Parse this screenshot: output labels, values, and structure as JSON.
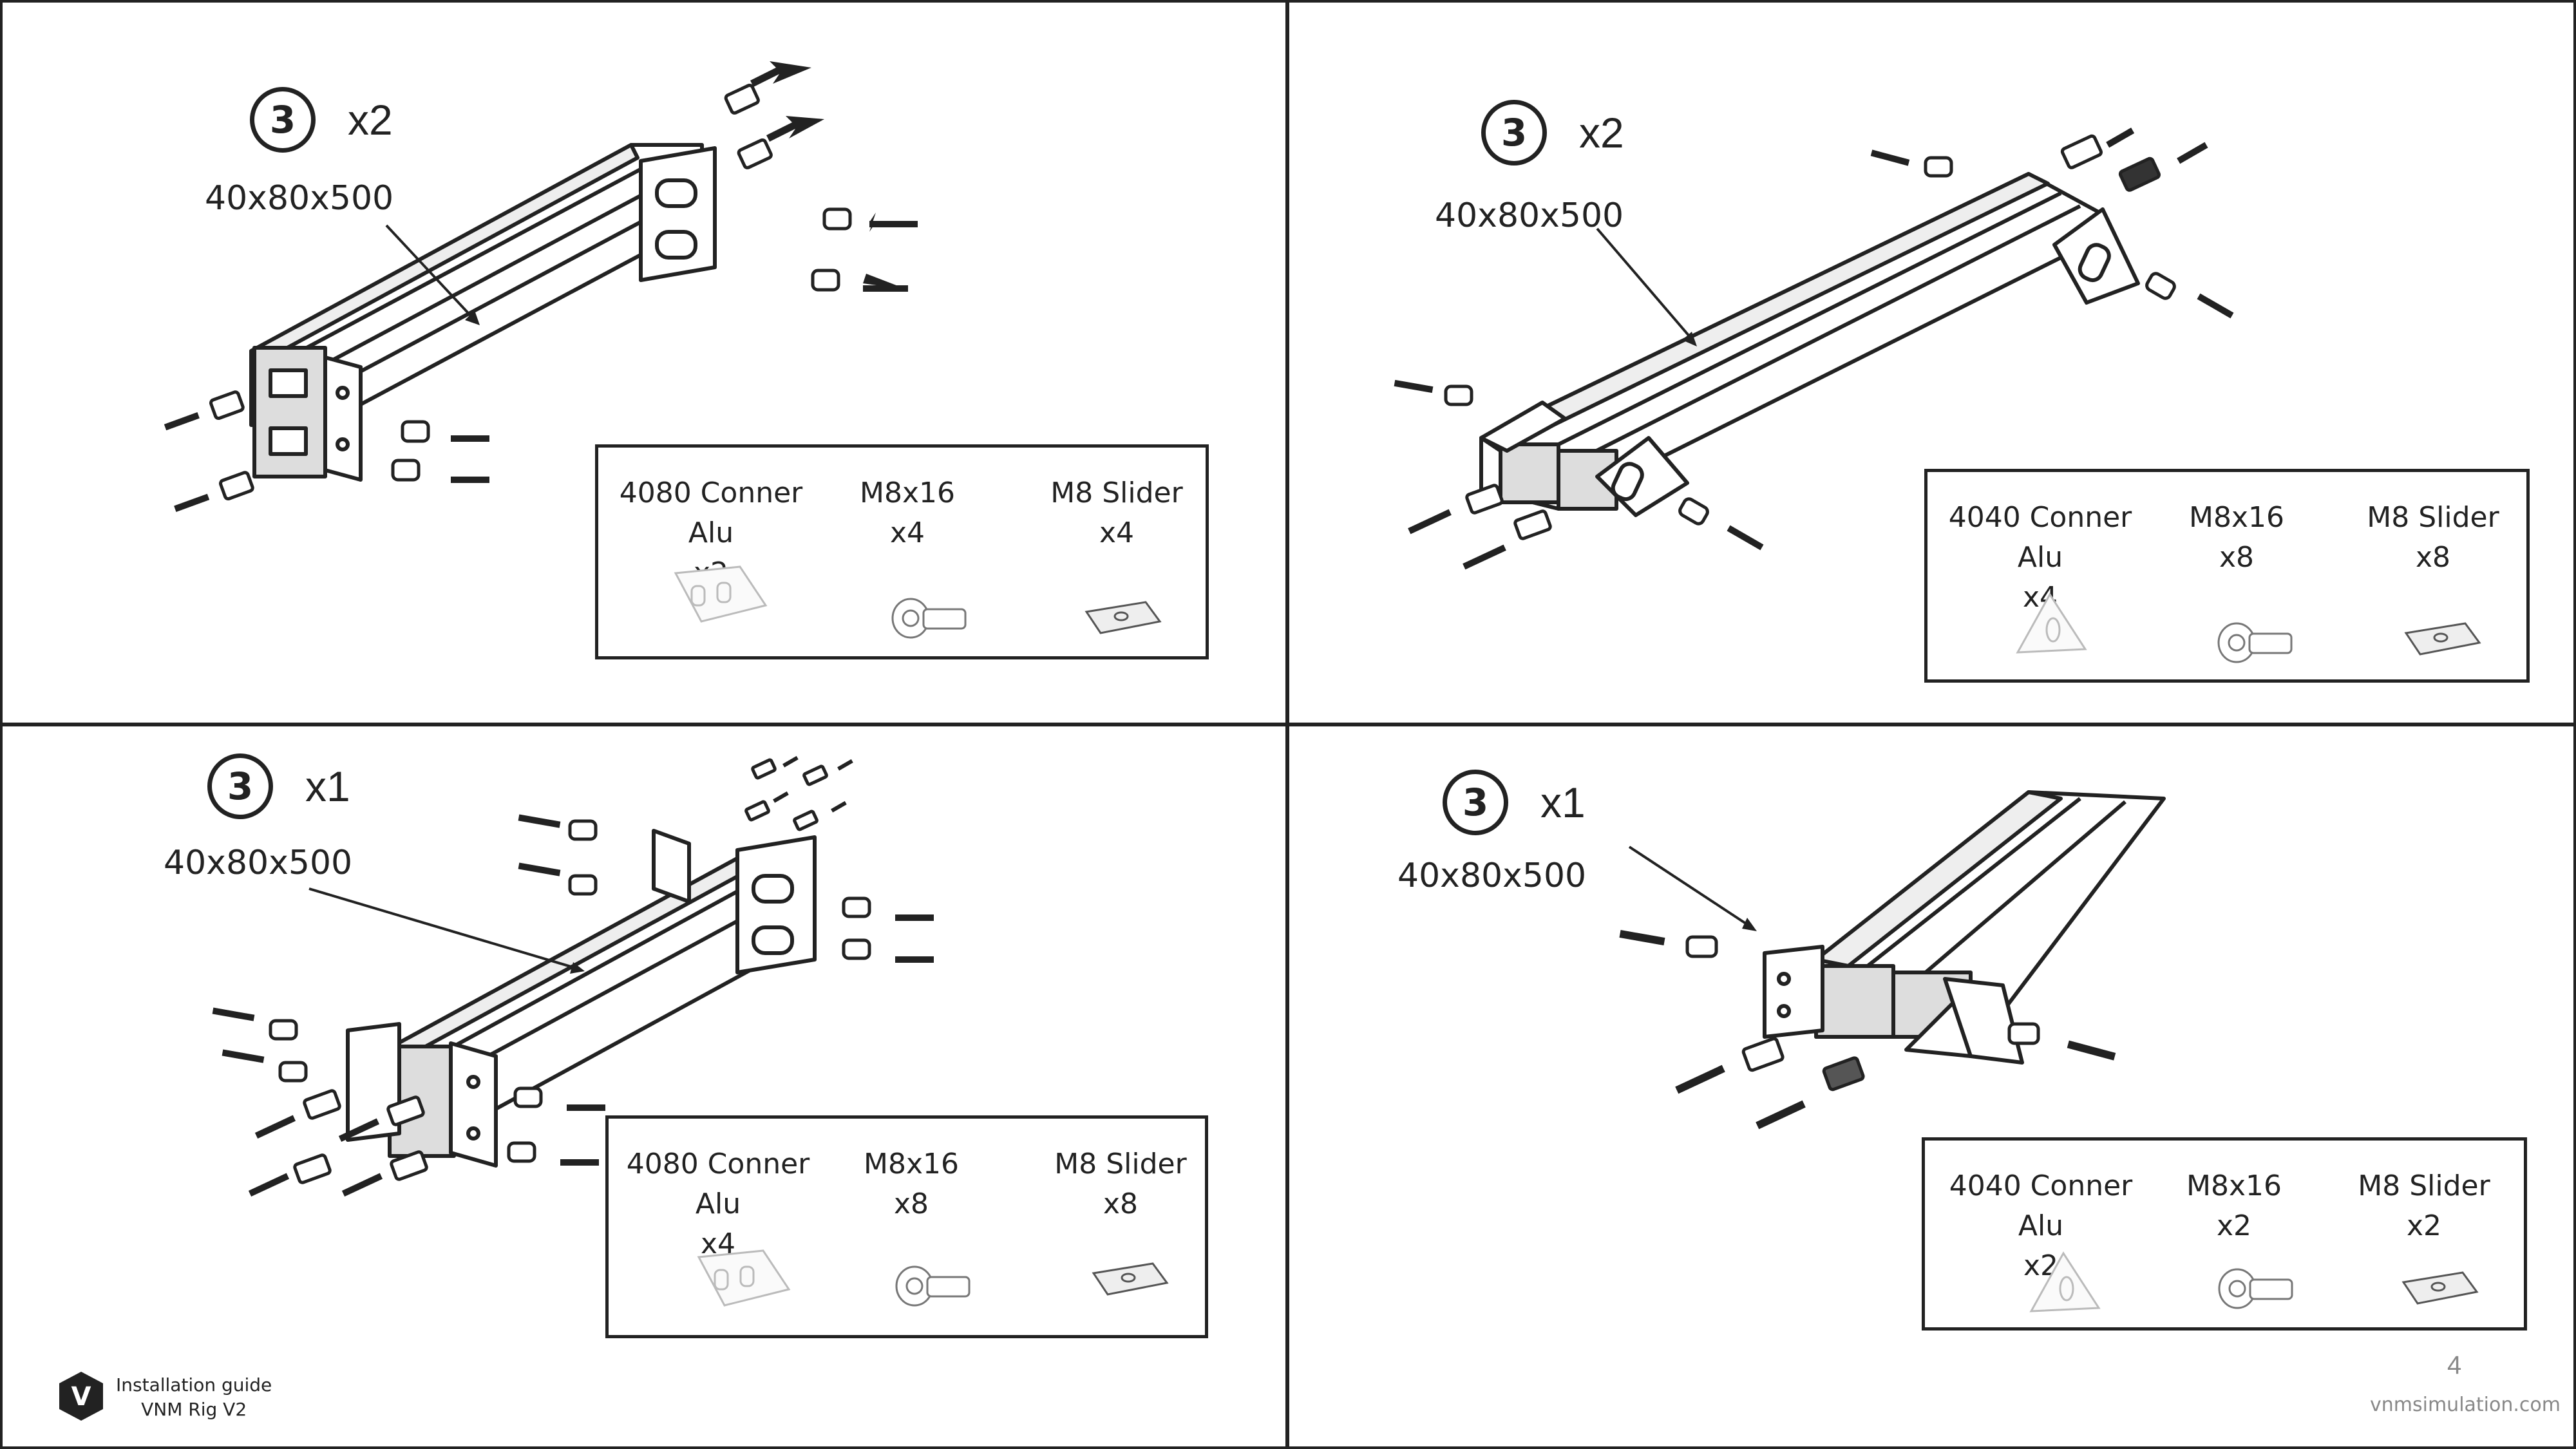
{
  "panels": [
    {
      "step": "3",
      "multiplier": "x2",
      "dimension": "40x80x500",
      "parts": [
        {
          "name": "4080 Conner Alu",
          "qty": "x2",
          "icon": "corner-bracket-4080-icon"
        },
        {
          "name": "M8x16",
          "qty": "x4",
          "icon": "bolt-icon"
        },
        {
          "name": "M8 Slider",
          "qty": "x4",
          "icon": "slider-nut-icon"
        }
      ]
    },
    {
      "step": "3",
      "multiplier": "x2",
      "dimension": "40x80x500",
      "parts": [
        {
          "name": "4040 Conner Alu",
          "qty": "x4",
          "icon": "corner-bracket-4040-icon"
        },
        {
          "name": "M8x16",
          "qty": "x8",
          "icon": "bolt-icon"
        },
        {
          "name": "M8 Slider",
          "qty": "x8",
          "icon": "slider-nut-icon"
        }
      ]
    },
    {
      "step": "3",
      "multiplier": "x1",
      "dimension": "40x80x500",
      "parts": [
        {
          "name": "4080 Conner Alu",
          "qty": "x4",
          "icon": "corner-bracket-4080-icon"
        },
        {
          "name": "M8x16",
          "qty": "x8",
          "icon": "bolt-icon"
        },
        {
          "name": "M8 Slider",
          "qty": "x8",
          "icon": "slider-nut-icon"
        }
      ]
    },
    {
      "step": "3",
      "multiplier": "x1",
      "dimension": "40x80x500",
      "parts": [
        {
          "name": "4040 Conner Alu",
          "qty": "x2",
          "icon": "corner-bracket-4040-icon"
        },
        {
          "name": "M8x16",
          "qty": "x2",
          "icon": "bolt-icon"
        },
        {
          "name": "M8 Slider",
          "qty": "x2",
          "icon": "slider-nut-icon"
        }
      ]
    }
  ],
  "footer": {
    "logo_letter": "V",
    "guide_line1": "Installation guide",
    "guide_line2": "VNM Rig V2",
    "page_number": "4",
    "website": "vnmsimulation.com"
  },
  "colors": {
    "ink": "#222222",
    "muted": "#888888",
    "background": "#ffffff"
  }
}
